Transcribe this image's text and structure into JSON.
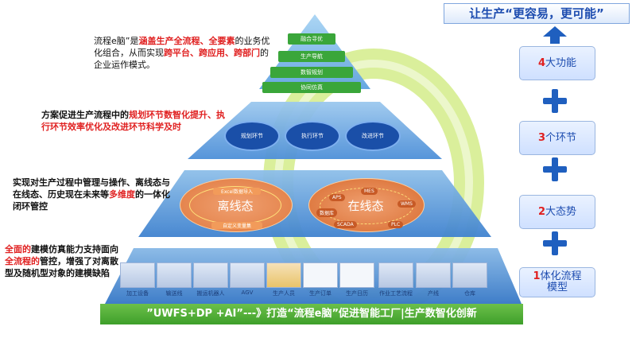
{
  "colors": {
    "accent_red": "#e02020",
    "nav_blue": "#1e4db0",
    "ribbon_green": "#4caf2f"
  },
  "goal": {
    "title": "让生产“更容易，更可能”"
  },
  "nav": [
    {
      "num": "4",
      "text": "大功能"
    },
    {
      "num": "3",
      "text": "个环节"
    },
    {
      "num": "2",
      "text": "大态势"
    },
    {
      "num": "1",
      "text": "体化流程模型"
    }
  ],
  "pyramid": {
    "top": [
      "融合寻优",
      "生产导航",
      "数智规划",
      "协同仿真"
    ],
    "middle": [
      "规划环节",
      "执行环节",
      "改进环节"
    ],
    "lower": {
      "offline": "离线态",
      "offline_sub1": "Excel数据导入",
      "offline_sub2": "自定义变量集",
      "online": "在线态",
      "online_tags": [
        "MES",
        "APS",
        "WMS",
        "数据库",
        "SCADA",
        "PLC"
      ]
    },
    "base": [
      "加工设备",
      "输送线",
      "搬运机器人",
      "AGV",
      "生产人员",
      "生产订单",
      "生产日历",
      "作业工艺流程",
      "产线",
      "仓库"
    ]
  },
  "descriptions": {
    "d1": {
      "p1": "流程e脑",
      "p2": "”是",
      "p3": "涵盖生产全流程、全要素",
      "p4": "的业务优化组合，从而实现",
      "p5": "跨平台、跨应用、跨部门",
      "p6": "的企业运作模式。"
    },
    "d2": {
      "p1": "方案促进生产流程中的",
      "p2": "规划环节数智化提升、执行环节效率优化及改进环节科学及时"
    },
    "d3": {
      "p1": "实现对生产过程中管理与操作、离线态与在线态、历史现在未来等",
      "p2": "多维度",
      "p3": "的一体化闭环管控"
    },
    "d4": {
      "p1": "全面的",
      "p2": "建模仿真能力支持面向",
      "p3": "全流程的",
      "p4": "管控，增强了对离散型及随机型对象的建模缺陷"
    }
  },
  "banner": "”UWFS+DP +AI”---》打造“流程e脑”促进智能工厂|生产数智化创新"
}
